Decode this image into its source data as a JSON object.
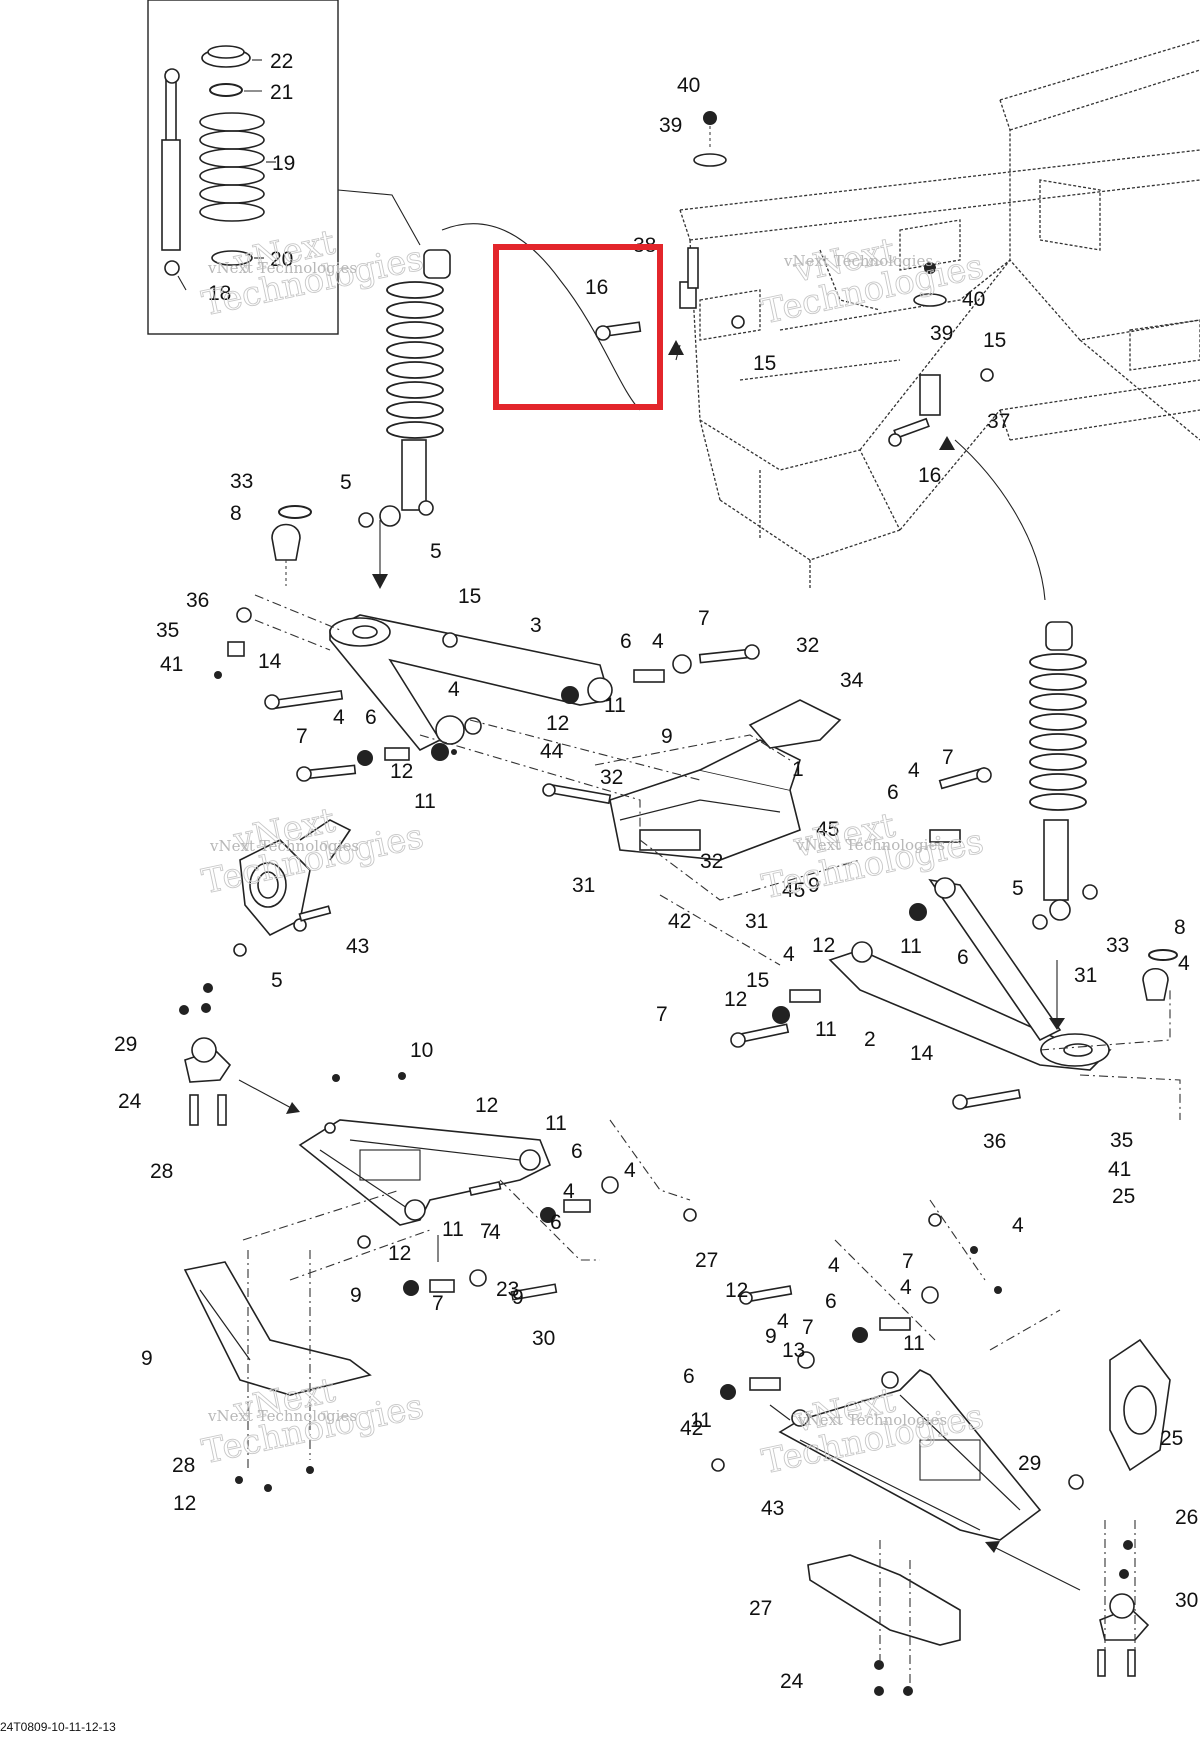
{
  "diagram": {
    "reference_code": "24T0809-10-11-12-13",
    "watermark": {
      "line1": "vNext",
      "line2": "Technologies"
    },
    "highlight_color": "#e3262b",
    "highlighted_part": "16",
    "inset_callouts": [
      "22",
      "21",
      "19",
      "20",
      "18"
    ],
    "part_numbers": [
      "40",
      "39",
      "38",
      "16",
      "15",
      "40",
      "39",
      "15",
      "37",
      "16",
      "33",
      "8",
      "5",
      "5",
      "36",
      "15",
      "3",
      "35",
      "41",
      "14",
      "6",
      "4",
      "7",
      "32",
      "34",
      "4",
      "11",
      "12",
      "7",
      "4",
      "6",
      "12",
      "11",
      "44",
      "9",
      "32",
      "1",
      "4",
      "7",
      "6",
      "45",
      "32",
      "45",
      "9",
      "31",
      "31",
      "42",
      "43",
      "5",
      "5",
      "33",
      "8",
      "4",
      "12",
      "11",
      "6",
      "4",
      "15",
      "31",
      "7",
      "12",
      "11",
      "2",
      "14",
      "36",
      "35",
      "41",
      "25",
      "29",
      "24",
      "28",
      "10",
      "12",
      "11",
      "9",
      "11",
      "12",
      "7",
      "6",
      "4",
      "4",
      "6",
      "4",
      "7",
      "9",
      "23",
      "30",
      "27",
      "9",
      "28",
      "12",
      "11",
      "4",
      "4",
      "7",
      "6",
      "12",
      "11",
      "4",
      "4",
      "7",
      "6",
      "9",
      "13",
      "42",
      "43",
      "25",
      "29",
      "26",
      "30",
      "27",
      "24"
    ]
  }
}
